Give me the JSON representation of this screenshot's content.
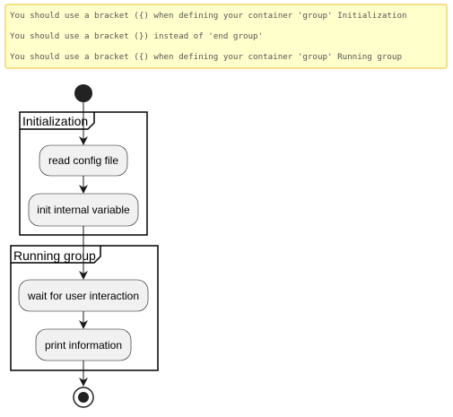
{
  "warnings": [
    "You should use a bracket ({) when defining your container 'group' Initialization",
    "You should use a bracket (}) instead of 'end group'",
    "You should use a bracket ({) when defining your container 'group' Running group"
  ],
  "groups": {
    "initialization": {
      "title": "Initialization"
    },
    "running": {
      "title": "Running group"
    }
  },
  "nodes": {
    "read_config": "read config file",
    "init_var": "init internal variable",
    "wait_user": "wait for user interaction",
    "print_info": "print information"
  },
  "colors": {
    "warning_bg": "#ffffcc",
    "warning_border": "#f5e08a",
    "node_fill": "#f1f1f1",
    "node_stroke": "#181818",
    "line": "#181818"
  }
}
